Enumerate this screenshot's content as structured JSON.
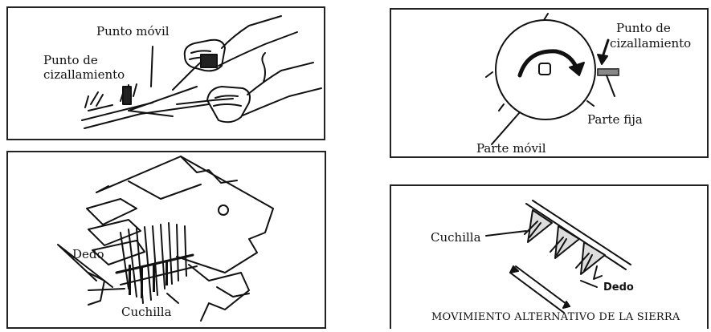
{
  "panel1": {
    "label_moving_point": "Punto móvil",
    "label_shear_point_line1": "Punto de",
    "label_shear_point_line2": "cizallamiento"
  },
  "panel2": {
    "label_shear_point_line1": "Punto de",
    "label_shear_point_line2": "cizallamiento",
    "label_fixed_part": "Parte fija",
    "label_moving_part": "Parte móvil"
  },
  "panel3": {
    "label_finger": "Dedo",
    "label_blade": "Cuchilla"
  },
  "panel4": {
    "label_blade": "Cuchilla",
    "label_finger": "Dedo",
    "caption": "MOVIMIENTO ALTERNATIVO DE LA SIERRA"
  }
}
